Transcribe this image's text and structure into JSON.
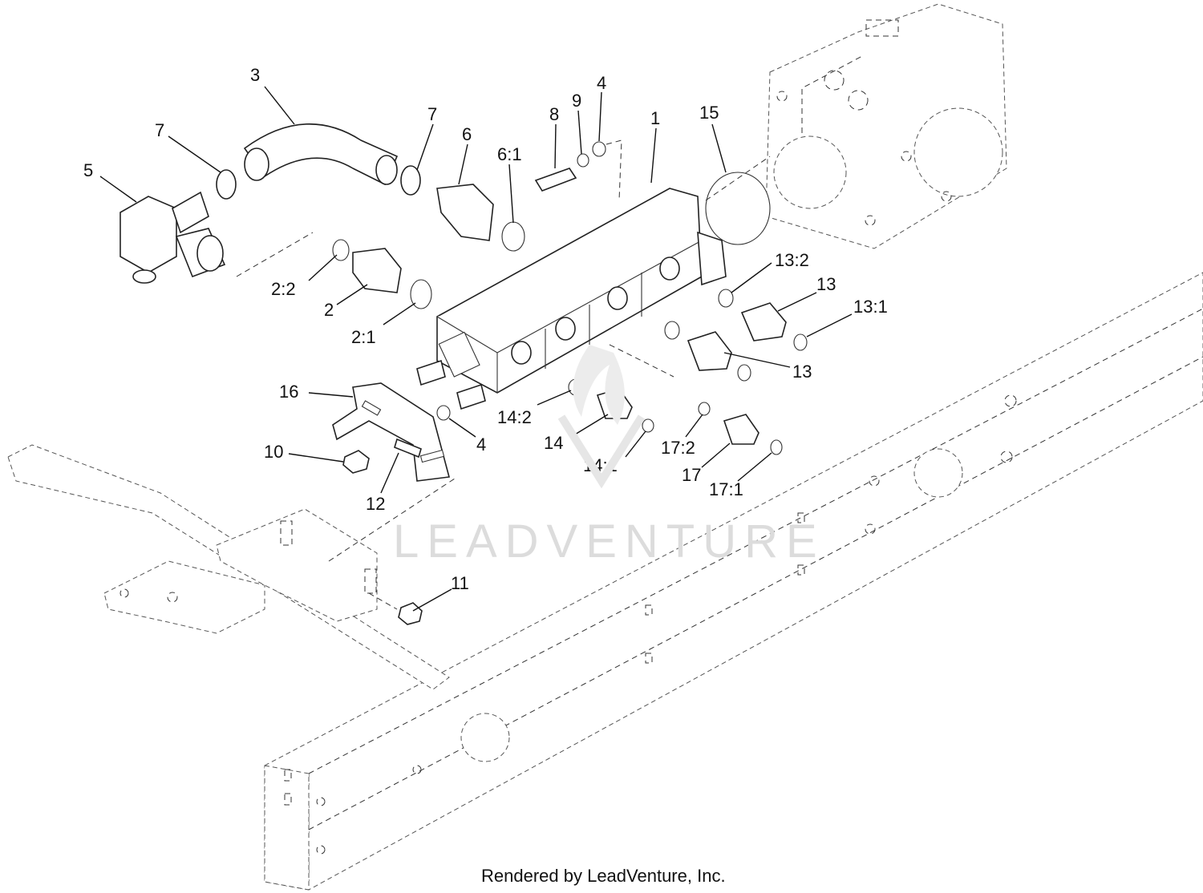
{
  "watermark": "LEADVENTURE",
  "footer": "Rendered by LeadVenture, Inc.",
  "callouts": {
    "c1": "1",
    "c2": "2",
    "c2_1": "2:1",
    "c2_2": "2:2",
    "c3": "3",
    "c4_top": "4",
    "c4_bottom": "4",
    "c5": "5",
    "c6": "6",
    "c6_1": "6:1",
    "c7_left": "7",
    "c7_right": "7",
    "c8": "8",
    "c9": "9",
    "c10": "10",
    "c11": "11",
    "c12": "12",
    "c13_top": "13",
    "c13_bottom": "13",
    "c13_1": "13:1",
    "c13_2": "13:2",
    "c14": "14",
    "c14_1": "14:1",
    "c14_2": "14:2",
    "c15": "15",
    "c16": "16",
    "c17": "17",
    "c17_1": "17:1",
    "c17_2": "17:2"
  }
}
